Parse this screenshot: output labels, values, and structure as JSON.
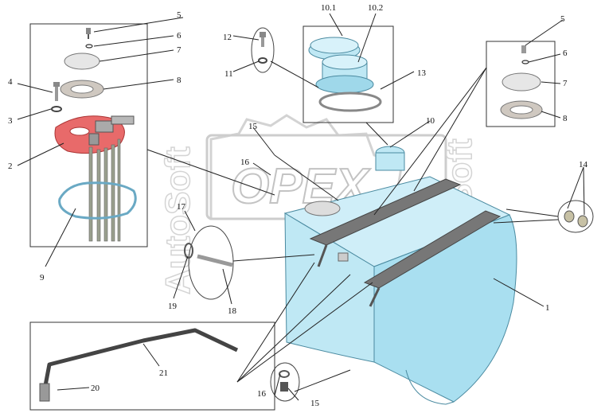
{
  "diagram": {
    "watermark": {
      "brand": "OPEX",
      "site_vertical_left": "AutoSoft",
      "site_vertical_right": "AutoSoft"
    },
    "callouts": {
      "c1": "1",
      "c2": "2",
      "c3": "3",
      "c4": "4",
      "c5a": "5",
      "c5b": "5",
      "c6a": "6",
      "c6b": "6",
      "c7a": "7",
      "c7b": "7",
      "c8a": "8",
      "c8b": "8",
      "c9": "9",
      "c10": "10",
      "c10_1": "10.1",
      "c10_2": "10.2",
      "c11": "11",
      "c12": "12",
      "c13": "13",
      "c14": "14",
      "c15a": "15",
      "c15b": "15",
      "c16a": "16",
      "c16b": "16",
      "c17": "17",
      "c18": "18",
      "c19": "19",
      "c20": "20",
      "c21": "21"
    },
    "colors": {
      "tank": "#bfe8f4",
      "tank_dark": "#8fcfe2",
      "flange": "#e86a6a",
      "gasket": "#d8d8d8",
      "line": "#222222",
      "watermark": "#d6d6d6"
    }
  }
}
